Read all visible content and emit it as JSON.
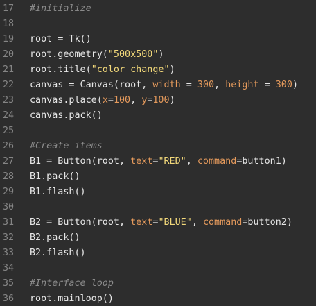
{
  "editor": {
    "lines": [
      {
        "number": "17",
        "tokens": [
          {
            "text": "#initialize",
            "kind": "comment"
          }
        ]
      },
      {
        "number": "18",
        "tokens": []
      },
      {
        "number": "19",
        "tokens": [
          {
            "text": "root = Tk()",
            "kind": "default"
          }
        ]
      },
      {
        "number": "20",
        "tokens": [
          {
            "text": "root.geometry(",
            "kind": "default"
          },
          {
            "text": "\"500x500\"",
            "kind": "string"
          },
          {
            "text": ")",
            "kind": "default"
          }
        ]
      },
      {
        "number": "21",
        "tokens": [
          {
            "text": "root.title(",
            "kind": "default"
          },
          {
            "text": "\"color change\"",
            "kind": "string"
          },
          {
            "text": ")",
            "kind": "default"
          }
        ]
      },
      {
        "number": "22",
        "tokens": [
          {
            "text": "canvas = Canvas(root, ",
            "kind": "default"
          },
          {
            "text": "width",
            "kind": "kw"
          },
          {
            "text": " = ",
            "kind": "default"
          },
          {
            "text": "300",
            "kind": "num"
          },
          {
            "text": ", ",
            "kind": "default"
          },
          {
            "text": "height",
            "kind": "kw"
          },
          {
            "text": " = ",
            "kind": "default"
          },
          {
            "text": "300",
            "kind": "num"
          },
          {
            "text": ")",
            "kind": "default"
          }
        ]
      },
      {
        "number": "23",
        "tokens": [
          {
            "text": "canvas.place(",
            "kind": "default"
          },
          {
            "text": "x",
            "kind": "kw"
          },
          {
            "text": "=",
            "kind": "default"
          },
          {
            "text": "100",
            "kind": "num"
          },
          {
            "text": ", ",
            "kind": "default"
          },
          {
            "text": "y",
            "kind": "kw"
          },
          {
            "text": "=",
            "kind": "default"
          },
          {
            "text": "100",
            "kind": "num"
          },
          {
            "text": ")",
            "kind": "default"
          }
        ]
      },
      {
        "number": "24",
        "tokens": [
          {
            "text": "canvas.pack()",
            "kind": "default"
          }
        ]
      },
      {
        "number": "25",
        "tokens": []
      },
      {
        "number": "26",
        "tokens": [
          {
            "text": "#Create items",
            "kind": "comment"
          }
        ]
      },
      {
        "number": "27",
        "tokens": [
          {
            "text": "B1 = Button(root, ",
            "kind": "default"
          },
          {
            "text": "text",
            "kind": "kw"
          },
          {
            "text": "=",
            "kind": "default"
          },
          {
            "text": "\"RED\"",
            "kind": "string"
          },
          {
            "text": ", ",
            "kind": "default"
          },
          {
            "text": "command",
            "kind": "kw"
          },
          {
            "text": "=button1)",
            "kind": "default"
          }
        ]
      },
      {
        "number": "28",
        "tokens": [
          {
            "text": "B1.pack()",
            "kind": "default"
          }
        ]
      },
      {
        "number": "29",
        "tokens": [
          {
            "text": "B1.flash()",
            "kind": "default"
          }
        ]
      },
      {
        "number": "30",
        "tokens": []
      },
      {
        "number": "31",
        "tokens": [
          {
            "text": "B2 = Button(root, ",
            "kind": "default"
          },
          {
            "text": "text",
            "kind": "kw"
          },
          {
            "text": "=",
            "kind": "default"
          },
          {
            "text": "\"BLUE\"",
            "kind": "string"
          },
          {
            "text": ", ",
            "kind": "default"
          },
          {
            "text": "command",
            "kind": "kw"
          },
          {
            "text": "=button2)",
            "kind": "default"
          }
        ]
      },
      {
        "number": "32",
        "tokens": [
          {
            "text": "B2.pack()",
            "kind": "default"
          }
        ]
      },
      {
        "number": "33",
        "tokens": [
          {
            "text": "B2.flash()",
            "kind": "default"
          }
        ]
      },
      {
        "number": "34",
        "tokens": []
      },
      {
        "number": "35",
        "tokens": [
          {
            "text": "#Interface loop",
            "kind": "comment"
          }
        ]
      },
      {
        "number": "36",
        "tokens": [
          {
            "text": "root.mainloop()",
            "kind": "default"
          }
        ]
      }
    ]
  },
  "colors": {
    "background": "#2d2d2d",
    "gutter_text": "#858585",
    "default_text": "#e6e6e6",
    "comment": "#8a8a8a",
    "string": "#f2d87a",
    "keyword_arg": "#e59a5c",
    "number": "#e59a5c"
  }
}
